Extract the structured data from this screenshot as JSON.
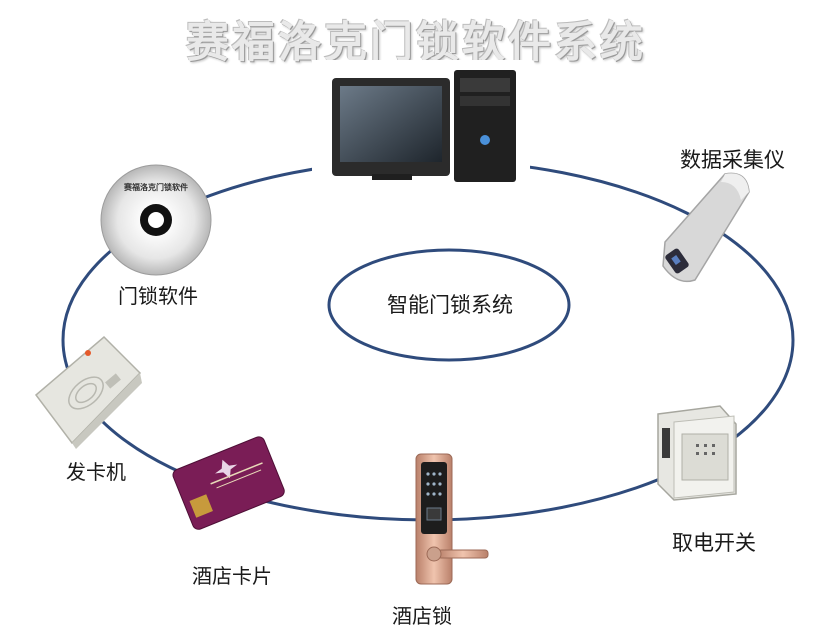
{
  "title": "赛福洛克门锁软件系统",
  "center": {
    "label": "智能门锁系统"
  },
  "nodes": {
    "computer": {
      "label": ""
    },
    "collector": {
      "label": "数据采集仪"
    },
    "software": {
      "label": "门锁软件",
      "disc_text": "赛福洛克门锁软件"
    },
    "encoder": {
      "label": "发卡机"
    },
    "card": {
      "label": "酒店卡片"
    },
    "lock": {
      "label": "酒店锁"
    },
    "switch": {
      "label": "取电开关"
    }
  },
  "colors": {
    "ring": "#2f4b7c",
    "card": "#7a1d56",
    "lock": "#d9a48a",
    "title": "#e9e9e9"
  }
}
